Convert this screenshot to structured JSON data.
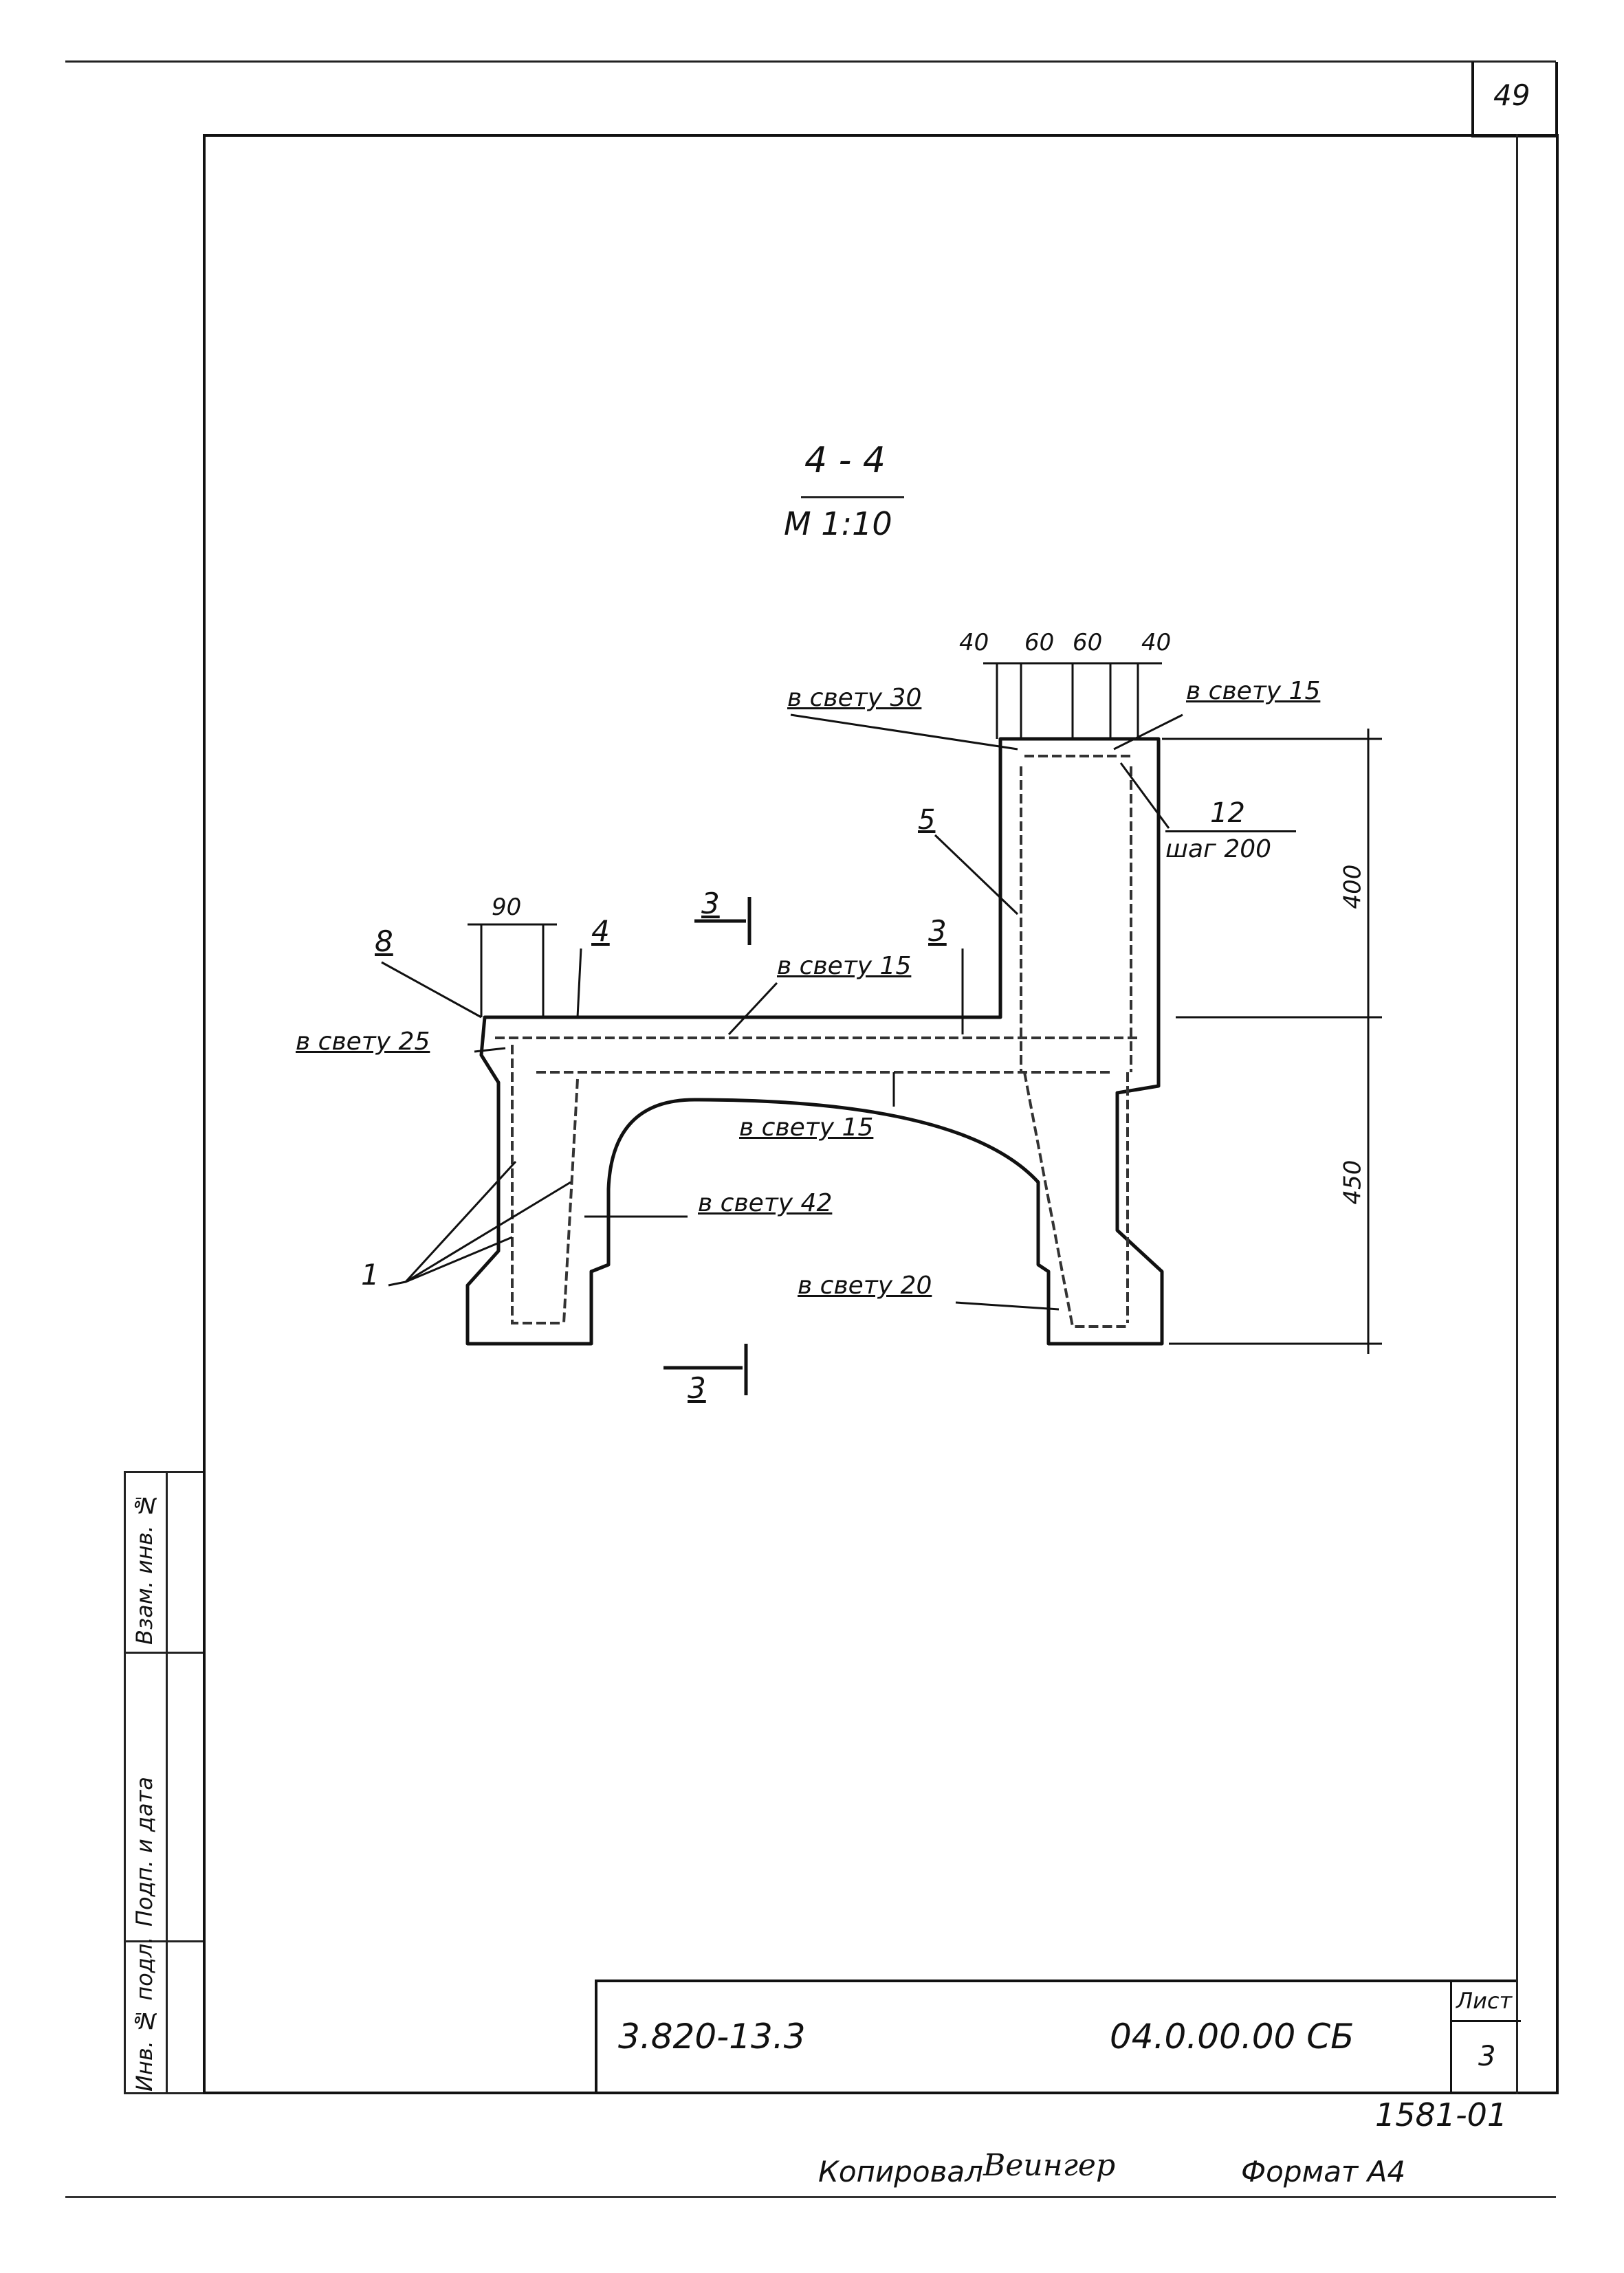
{
  "sheet_corner_number": "49",
  "section": {
    "title": "4 - 4",
    "scale": "M 1:10"
  },
  "labels": {
    "top_dims": [
      "40",
      "60",
      "60",
      "40"
    ],
    "clear_30": "в свету 30",
    "clear_15_top": "в свету 15",
    "rebar_12": "12",
    "step_200": "шаг 200",
    "mark_5": "5",
    "dim_400": "400",
    "dim_450": "450",
    "dim_90": "90",
    "mark_8": "8",
    "mark_4": "4",
    "cut_3_top": "3",
    "mark_3": "3",
    "clear_15_mid": "в свету 15",
    "clear_25": "в свету 25",
    "clear_15_low": "в свету 15",
    "clear_42": "в свету 42",
    "clear_20": "в свету 20",
    "mark_1": "1",
    "cut_3_bottom": "3"
  },
  "side_stamp": {
    "cells": [
      "Взам. инв. №",
      "Подп. и дата",
      "Инв. № подл."
    ]
  },
  "title_block": {
    "doc_number": "3.820-13.3",
    "code": "04.0.00.00 СБ",
    "sheet_label": "Лист",
    "sheet_number": "3"
  },
  "archive_number": "1581-01",
  "footer": {
    "copied_label": "Копировал",
    "signature": "Веингер",
    "format_label": "Формат А4"
  }
}
